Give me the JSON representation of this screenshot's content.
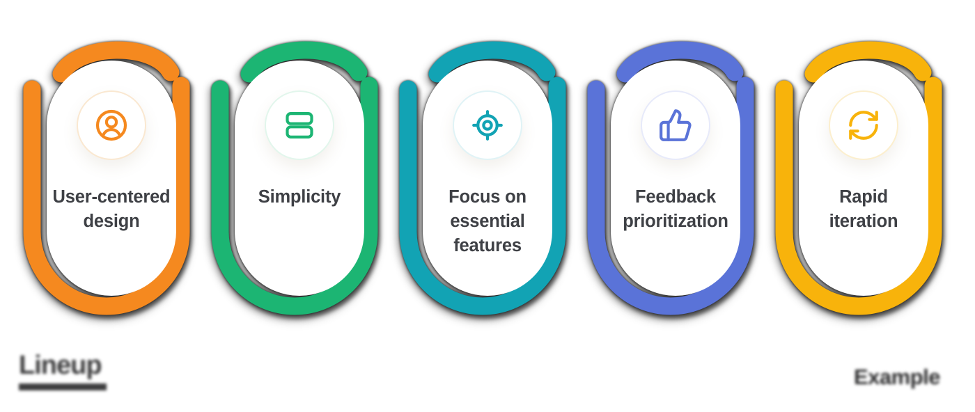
{
  "page": {
    "background": "#ffffff",
    "shadow_color": "#1C1C1C",
    "text_color": "#3E4045"
  },
  "cards": [
    {
      "id": "user-centered-design",
      "label": "User-centered\ndesign",
      "icon": "user-circle",
      "color": "#F5891F",
      "light_color": "#FAE8D1"
    },
    {
      "id": "simplicity",
      "label": "Simplicity",
      "icon": "rows",
      "color": "#1CB573",
      "light_color": "#E2F6EC"
    },
    {
      "id": "focus-on-essential-features",
      "label": "Focus on\nessential\nfeatures",
      "icon": "target",
      "color": "#12A3B4",
      "light_color": "#E0F3F6"
    },
    {
      "id": "feedback-prioritization",
      "label": "Feedback\nprioritization",
      "icon": "thumbs-up",
      "color": "#5A73D8",
      "light_color": "#E7EAFA"
    },
    {
      "id": "rapid-iteration",
      "label": "Rapid\niteration",
      "icon": "refresh",
      "color": "#F8B30B",
      "light_color": "#FCEFCE"
    }
  ],
  "footer": {
    "left_logo_text": "Lineup",
    "right_logo_text": "Example"
  }
}
